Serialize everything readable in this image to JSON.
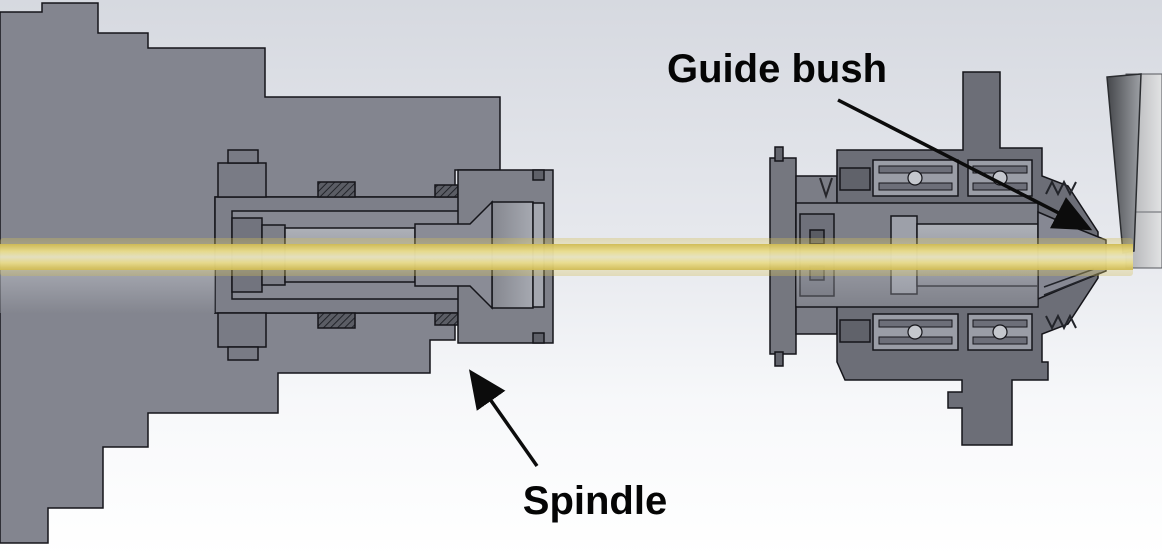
{
  "diagram_type": "CAD cross-section of lathe spindle and guide bush",
  "labels": {
    "guide_bush": "Guide bush",
    "spindle": "Spindle"
  },
  "annotations": [
    {
      "label": "Guide bush",
      "arrow_points_to": "guide-bush-nose"
    },
    {
      "label": "Spindle",
      "arrow_points_to": "spindle-collet-assembly"
    }
  ],
  "colors": {
    "bar_stock_yellow": "#e3d27a",
    "bar_stock_center": "#e6e2c0",
    "housing_gray": "#83858f",
    "guide_bush_gray": "#6c6e77",
    "inner_sleeve_gray": "#7d7f89",
    "tool_dark_gray": "#55575c",
    "tool_light_gray": "#d0d1d3",
    "outline_black": "#15151a",
    "background_top": "#d7dae1",
    "background_bottom": "#ffffff",
    "label_text": "#050505"
  }
}
